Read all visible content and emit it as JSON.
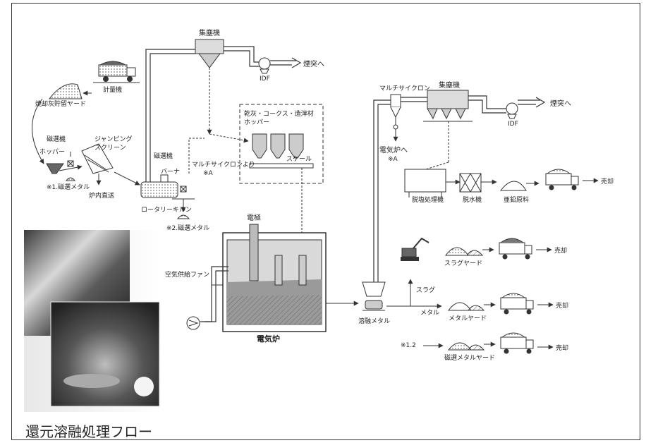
{
  "caption": "還元溶融処理フロー",
  "labels": {
    "dust_collector_1": "集塵機",
    "to_chimney_1": "煙突へ",
    "idf_1": "IDF",
    "weigher": "計量機",
    "ash_yard": "焼却灰貯留ヤード",
    "magnet_1": "磁選機",
    "hopper_1": "ホッパー",
    "jumping_screen_1": "ジャンピング",
    "jumping_screen_2": "スクリーン",
    "magnet_metal_1": "※1.磁選メタル",
    "direct_furnace": "炉内直送",
    "magnet_2": "磁選機",
    "burner": "バーナ",
    "rotary_kiln": "ロータリーキルン",
    "magnet_metal_2": "※2.磁選メタル",
    "from_multicyclone_1": "マルチサイクロンより",
    "from_multicyclone_2": "※A",
    "materials_1": "乾灰・コークス・造滓材",
    "materials_2": "ホッパー",
    "scale": "スケール",
    "multicyclone": "マルチサイクロン",
    "dust_collector_2": "集塵機",
    "to_chimney_2": "煙突へ",
    "idf_2": "IDF",
    "to_furnace_1": "電気炉へ",
    "to_furnace_2": "※A",
    "desalination": "脱塩処理機",
    "dewatering": "脱水機",
    "zinc_material": "亜鉛原料",
    "sale_1": "売却",
    "electrode": "電極",
    "air_fan": "空気供給ファン",
    "electric_furnace": "電気炉",
    "slag_yard": "スラグヤード",
    "sale_2": "売却",
    "slag": "スラグ",
    "metal": "メタル",
    "metal_yard": "メタルヤード",
    "sale_3": "売却",
    "molten_metal": "溶融メタル",
    "ref_12": "※1.2",
    "magnet_metal_yard": "磁選メタルヤード",
    "sale_4": "売却"
  }
}
